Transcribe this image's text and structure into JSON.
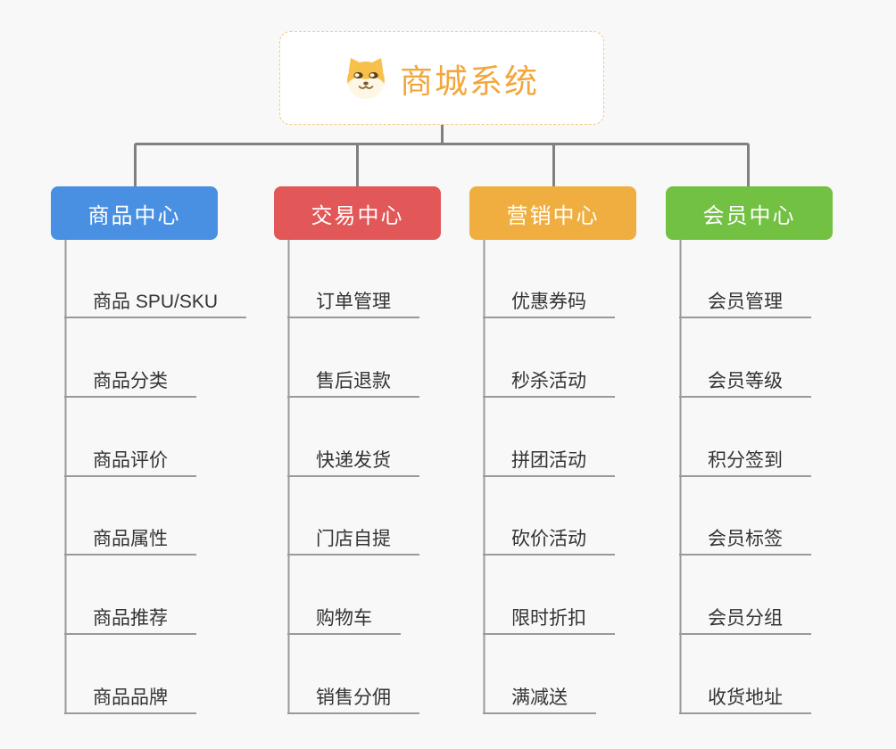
{
  "root": {
    "title": "商城系统",
    "title_color": "#f2a73d",
    "border_color": "#f2c87e",
    "icon": "shiba-dog-icon"
  },
  "connector_color": "#808080",
  "trunk_color": "#9a9a9a",
  "branches": [
    {
      "id": "product-center",
      "label": "商品中心",
      "color": "#4a90e2",
      "children": [
        "商品 SPU/SKU",
        "商品分类",
        "商品评价",
        "商品属性",
        "商品推荐",
        "商品品牌"
      ]
    },
    {
      "id": "trade-center",
      "label": "交易中心",
      "color": "#e25757",
      "children": [
        "订单管理",
        "售后退款",
        "快递发货",
        "门店自提",
        "购物车",
        "销售分佣"
      ]
    },
    {
      "id": "marketing-center",
      "label": "营销中心",
      "color": "#efae3f",
      "children": [
        "优惠券码",
        "秒杀活动",
        "拼团活动",
        "砍价活动",
        "限时折扣",
        "满减送"
      ]
    },
    {
      "id": "member-center",
      "label": "会员中心",
      "color": "#72c142",
      "children": [
        "会员管理",
        "会员等级",
        "积分签到",
        "会员标签",
        "会员分组",
        "收货地址"
      ]
    }
  ]
}
